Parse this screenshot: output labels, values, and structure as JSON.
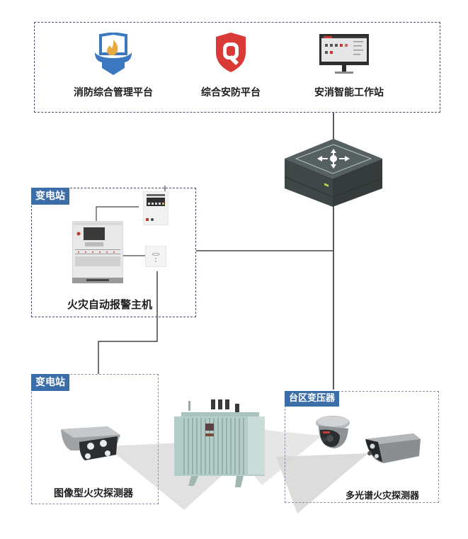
{
  "platforms": {
    "items": [
      {
        "id": "fire-mgmt",
        "label": "消防综合管理平台",
        "icon": "fire-shield-icon"
      },
      {
        "id": "security",
        "label": "综合安防平台",
        "icon": "security-shield-icon"
      },
      {
        "id": "workstation",
        "label": "安消智能工作站",
        "icon": "monitor-icon"
      }
    ]
  },
  "switch": {
    "icon": "network-switch-icon"
  },
  "substation_top": {
    "tag": "变电站",
    "caption": "火灾自动报警主机",
    "devices": [
      "fire-alarm-panel-icon",
      "control-module-icon",
      "smoke-detector-icon"
    ]
  },
  "substation_bottom": {
    "tag": "变电站",
    "caption": "图像型火灾探测器",
    "devices": [
      "bullet-camera-icon"
    ]
  },
  "transformer_area": {
    "tag": "台区变压器",
    "caption": "多光谱火灾探测器",
    "devices": [
      "dome-camera-icon",
      "bullet-camera-icon"
    ]
  },
  "center": {
    "icon": "transformer-icon"
  },
  "colors": {
    "tag_blue": "#3b6ea8",
    "border": "#4a5068",
    "fire_blue": "#3c78c0",
    "flame": "#e8a93e",
    "security_red": "#d93a35",
    "switch_dark": "#4a5250",
    "beam": "#d9d9d9"
  }
}
